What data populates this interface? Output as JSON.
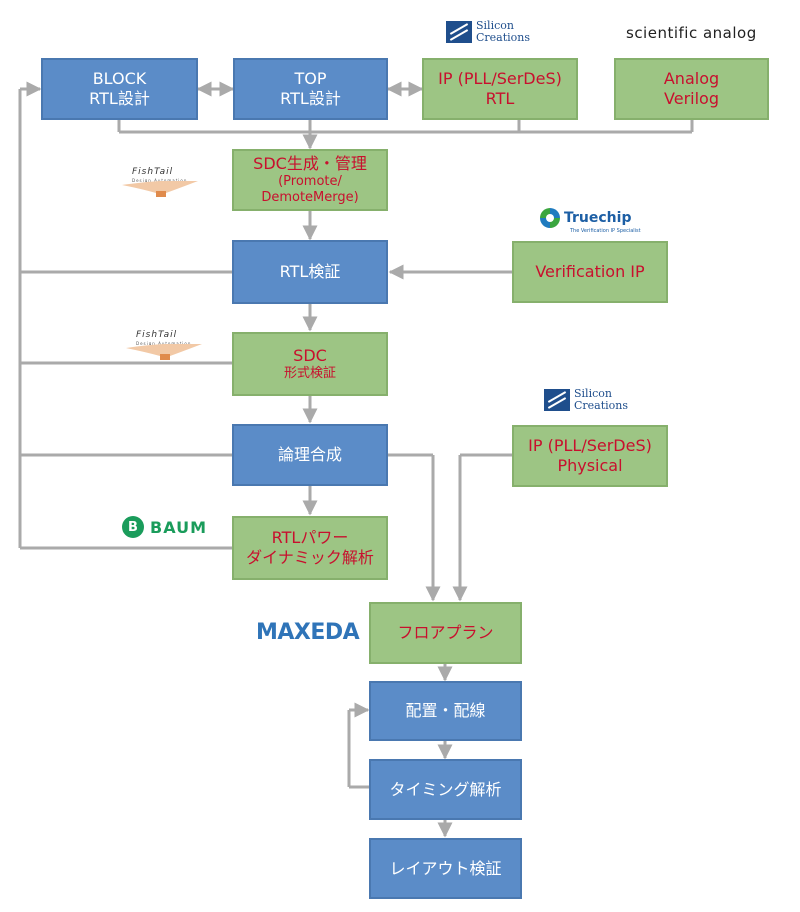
{
  "boxes": {
    "block_rtl": [
      "BLOCK",
      "RTL設計"
    ],
    "top_rtl": [
      "TOP",
      "RTL設計"
    ],
    "ip_rtl": [
      "IP (PLL/SerDeS)",
      "RTL"
    ],
    "analog_verilog": [
      "Analog",
      "Verilog"
    ],
    "sdc_gen": [
      "SDC生成・管理",
      "(Promote/",
      "DemoteMerge)"
    ],
    "rtl_verify": "RTL検証",
    "verification_ip": "Verification IP",
    "sdc_formal": [
      "SDC",
      "形式検証"
    ],
    "logic_synth": "論理合成",
    "ip_physical": [
      "IP (PLL/SerDeS)",
      "Physical"
    ],
    "rtl_power": [
      "RTLパワー",
      "ダイナミック解析"
    ],
    "floorplan": "フロアプラン",
    "place_route": "配置・配線",
    "timing": "タイミング解析",
    "layout_verify": "レイアウト検証"
  },
  "logos": {
    "silicon_creations": [
      "Silicon",
      "Creations"
    ],
    "scientific_analog": "scientific analog",
    "fishtail": [
      "FishTail",
      "Design Automation"
    ],
    "truechip": [
      "Truechip",
      "The Verification IP Specialist"
    ],
    "baum": [
      "B",
      "BAUM"
    ],
    "maxeda": "MAXEDA"
  },
  "colors": {
    "blue_box": "#5b8cc8",
    "green_box": "#9dc584",
    "green_text": "#c8102e",
    "connector": "#aaaaaa"
  }
}
